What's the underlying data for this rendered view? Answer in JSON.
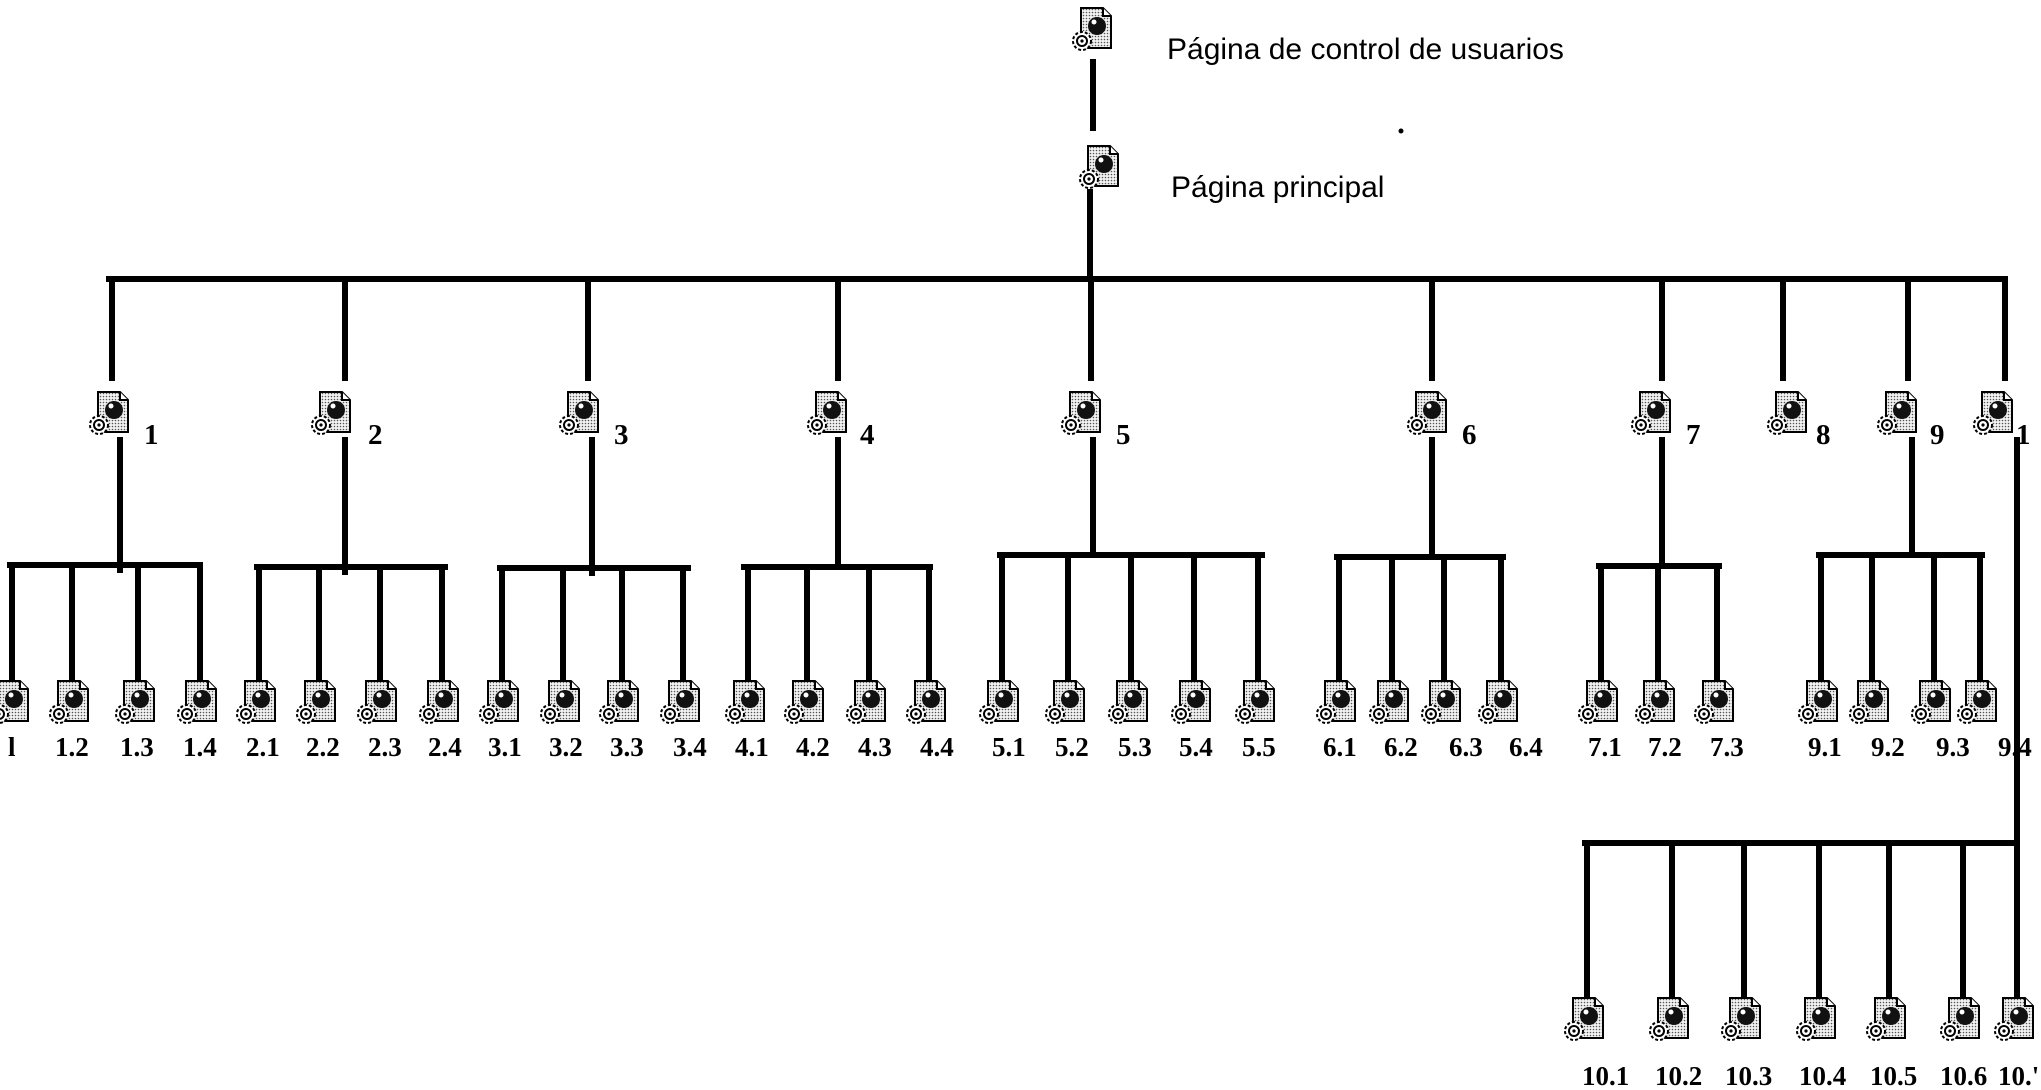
{
  "root": {
    "label": "Página de control de usuarios",
    "icon": "web-page-icon"
  },
  "home": {
    "label": "Página principal",
    "icon": "web-page-icon"
  },
  "sections": [
    {
      "label": "1",
      "children": [
        "l",
        "1.2",
        "1.3",
        "1.4"
      ]
    },
    {
      "label": "2",
      "children": [
        "2.1",
        "2.2",
        "2.3",
        "2.4"
      ]
    },
    {
      "label": "3",
      "children": [
        "3.1",
        "3.2",
        "3.3",
        "3.4"
      ]
    },
    {
      "label": "4",
      "children": [
        "4.1",
        "4.2",
        "4.3",
        "4.4"
      ]
    },
    {
      "label": "5",
      "children": [
        "5.1",
        "5.2",
        "5.3",
        "5.4",
        "5.5"
      ]
    },
    {
      "label": "6",
      "children": [
        "6.1",
        "6.2",
        "6.3",
        "6.4"
      ]
    },
    {
      "label": "7",
      "children": [
        "7.1",
        "7.2",
        "7.3"
      ]
    },
    {
      "label": "8",
      "children": []
    },
    {
      "label": "9",
      "children": [
        "9.1",
        "9.2",
        "9.3",
        "9.4"
      ]
    },
    {
      "label": "1",
      "children": [
        "10.1",
        "10.2",
        "10.3",
        "10.4",
        "10.5",
        "10.6",
        "10.'"
      ]
    }
  ],
  "colors": {
    "line": "#000000",
    "page_fill": "#d9d9d9",
    "globe": "#111111"
  }
}
